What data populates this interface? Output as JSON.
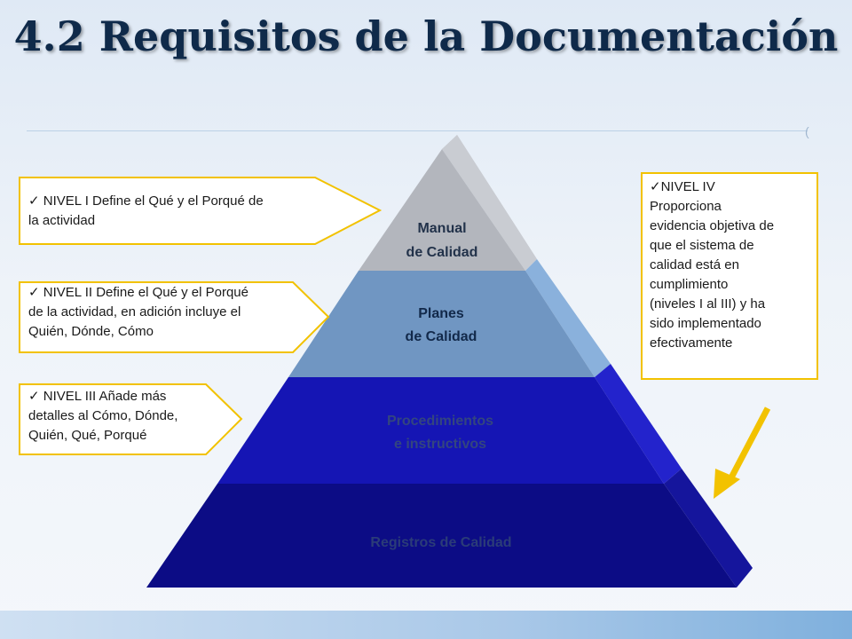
{
  "title": "4.2 Requisitos de la Documentación",
  "check_mark": "✓",
  "pyramid": {
    "levels": [
      {
        "line1": "Manual",
        "line2": "de Calidad",
        "color": "#b3b6bd",
        "side": "#c9ccd2",
        "text_color": "#22324a"
      },
      {
        "line1": "Planes",
        "line2": "de Calidad",
        "color": "#7096c2",
        "side": "#8ab1dc",
        "text_color": "#12294a"
      },
      {
        "line1": "Procedimientos",
        "line2": "e instructivos",
        "color": "#1515b4",
        "side": "#2323cc",
        "text_color": "#33457f"
      },
      {
        "line1": "Registros de Calidad",
        "line2": "",
        "color": "#0c0c85",
        "side": "#15159c",
        "text_color": "#2b3c78"
      }
    ]
  },
  "callouts": {
    "nivel1": {
      "lines": [
        "NIVEL I Define el Qué y el Porqué de",
        "la actividad"
      ]
    },
    "nivel2": {
      "lines": [
        "NIVEL II Define el Qué y el Porqué",
        "de la actividad, en adición incluye el",
        "Quién, Dónde, Cómo"
      ]
    },
    "nivel3": {
      "lines": [
        "NIVEL III Añade más",
        "detalles al Cómo, Dónde,",
        "Quién, Qué, Porqué"
      ]
    },
    "nivel4": {
      "lines": [
        "NIVEL IV",
        "Proporciona",
        "evidencia objetiva de",
        "que el sistema de",
        "calidad está en",
        "cumplimiento",
        "(niveles I al III) y ha",
        "sido implementado",
        "efectivamente"
      ]
    }
  },
  "colors": {
    "callout_border": "#f2c200",
    "arrow": "#f2c200",
    "title": "#0f2a4a"
  }
}
